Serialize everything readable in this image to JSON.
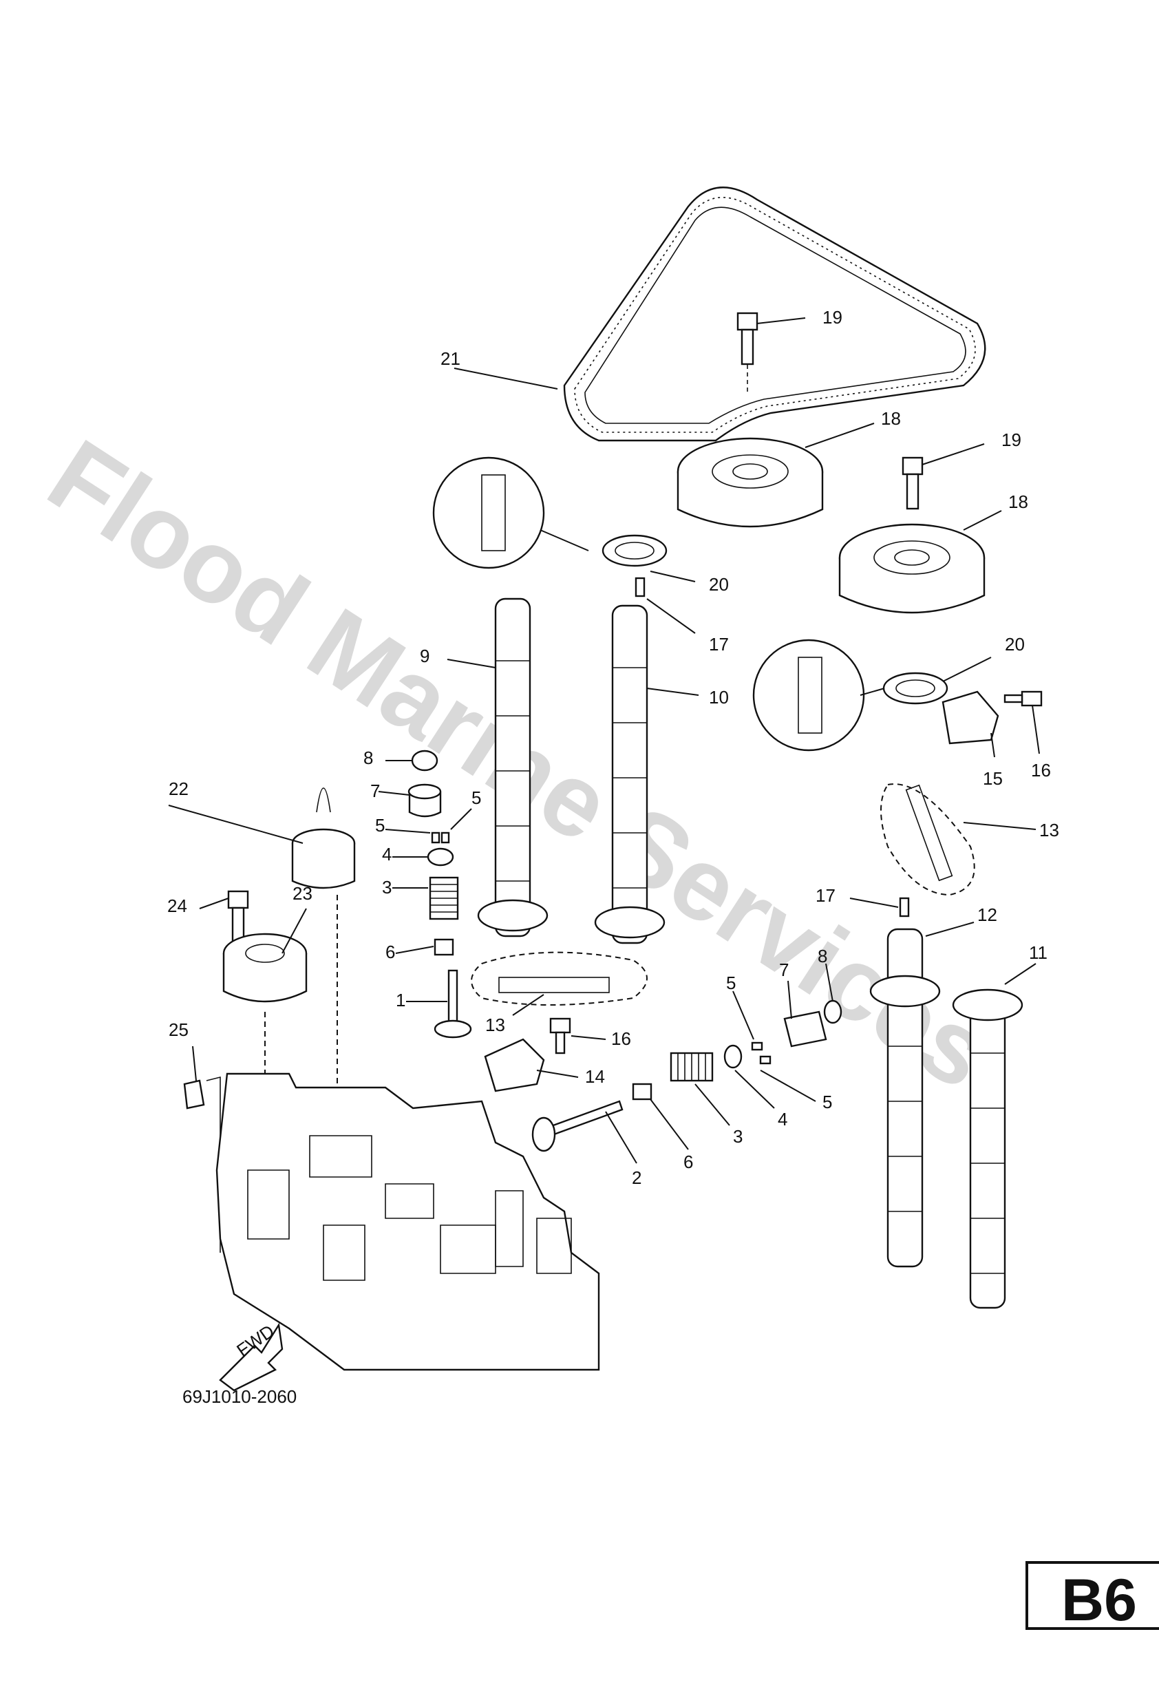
{
  "watermark": "Flood Marine Services",
  "diagram_code": "69J1010-2060",
  "page_id": "B6",
  "fwd_label": "FWD",
  "callouts": {
    "c1": "1",
    "c2": "2",
    "c3a": "3",
    "c3b": "3",
    "c4a": "4",
    "c4b": "4",
    "c5a": "5",
    "c5b": "5",
    "c5c": "5",
    "c5d": "5",
    "c6a": "6",
    "c6b": "6",
    "c7a": "7",
    "c7b": "7",
    "c8a": "8",
    "c8b": "8",
    "c9": "9",
    "c10": "10",
    "c11": "11",
    "c12": "12",
    "c13a": "13",
    "c13b": "13",
    "c14": "14",
    "c15": "15",
    "c16a": "16",
    "c16b": "16",
    "c17a": "17",
    "c17b": "17",
    "c18a": "18",
    "c18b": "18",
    "c19a": "19",
    "c19b": "19",
    "c20a": "20",
    "c20b": "20",
    "c21": "21",
    "c22": "22",
    "c23": "23",
    "c24": "24",
    "c25": "25"
  }
}
